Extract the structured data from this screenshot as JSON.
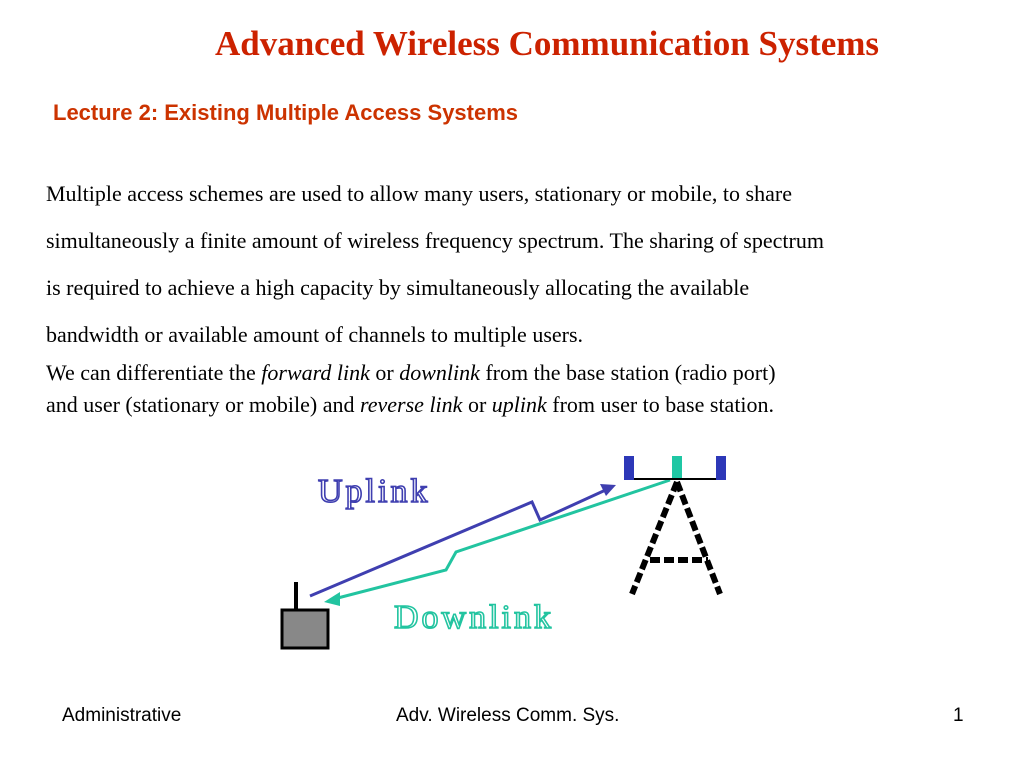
{
  "slide": {
    "title": "Advanced Wireless Communication  Systems",
    "subtitle": "Lecture 2: Existing Multiple Access Systems",
    "paragraph1_lines": [
      "Multiple access schemes are used to allow many users, stationary or mobile, to share",
      "simultaneously a finite amount of wireless frequency spectrum. The sharing of spectrum",
      "is required to achieve a high capacity by simultaneously allocating the available",
      "bandwidth or available amount of channels to multiple users."
    ],
    "paragraph2": {
      "line1_a": "We can differentiate the ",
      "line1_forward": "forward link",
      "line1_b": " or ",
      "line1_downlink": "downlink",
      "line1_c": " from the base station (radio port)",
      "line2_a": "and user (stationary or mobile) and ",
      "line2_reverse": "reverse link",
      "line2_b": " or ",
      "line2_uplink": "uplink",
      "line2_c": " from user to base station."
    }
  },
  "diagram": {
    "uplink_label": "Uplink",
    "downlink_label": "Downlink",
    "uplink_color": "#3f3fb0",
    "downlink_color": "#22c4a0",
    "antenna_blue": "#2d38b8",
    "antenna_teal": "#1fc7a4"
  },
  "footer": {
    "left": "Administrative",
    "center": "Adv. Wireless Comm. Sys.",
    "page_number": "1"
  }
}
